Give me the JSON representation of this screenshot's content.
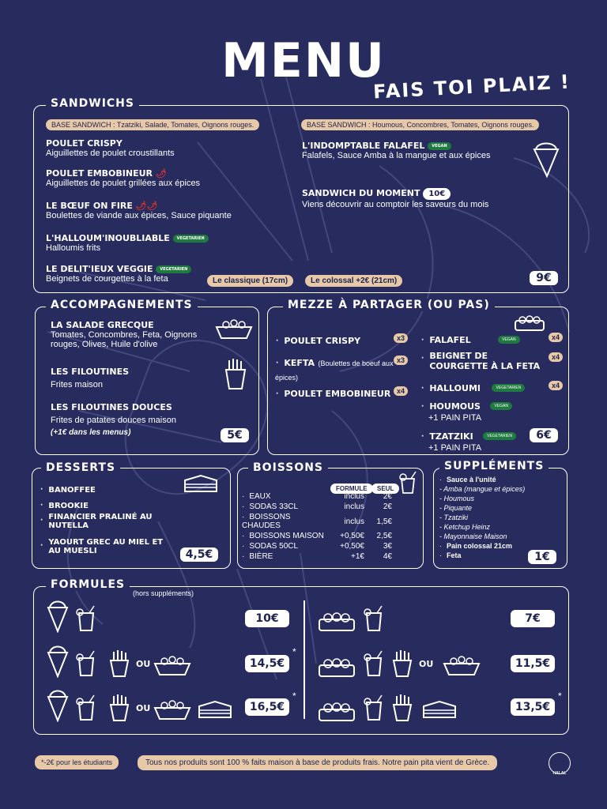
{
  "header": {
    "title": "MENU",
    "tagline": "FAIS TOI PLAIZ !"
  },
  "sandwichs": {
    "title": "SANDWICHS",
    "base_left": "BASE SANDWICH : Tzatziki, Salade, Tomates, Oignons rouges.",
    "base_right": "BASE SANDWICH : Houmous, Concombres, Tomates, Oignons rouges.",
    "items_left": [
      {
        "name": "POULET CRISPY",
        "desc": "Aiguillettes de poulet croustillants"
      },
      {
        "name": "POULET EMBOBINEUR",
        "desc": "Aiguillettes de poulet grillées aux épices"
      },
      {
        "name": "LE BŒUF ON FIRE",
        "desc": "Boulettes de viande aux épices, Sauce piquante"
      },
      {
        "name": "L'HALLOUM'INOUBLIABLE",
        "desc": "Halloumis frits"
      },
      {
        "name": "LE DELIT'IEUX VEGGIE",
        "desc": "Beignets de courgettes à la feta"
      }
    ],
    "items_right": [
      {
        "name": "L'INDOMPTABLE FALAFEL",
        "desc": "Falafels, Sauce Amba à la mangue et aux épices"
      },
      {
        "name": "SANDWICH DU MOMENT",
        "desc": "Viens découvrir au comptoir les saveurs du mois",
        "price": "10€"
      }
    ],
    "size_classic": "Le classique (17cm)",
    "size_colossal": "Le colossal +2€ (21cm)",
    "price": "9€",
    "veggie_badge": "VEGETARIEN",
    "vegan_badge": "VEGAN"
  },
  "accompagnements": {
    "title": "ACCOMPAGNEMENTS",
    "items": [
      {
        "name": "LA SALADE GRECQUE",
        "desc": "Tomates, Concombres, Feta, Oignons rouges, Olives, Huile d'olive"
      },
      {
        "name": "LES FILOUTINES",
        "desc": "Frites maison"
      },
      {
        "name": "LES FILOUTINES DOUCES",
        "desc": "Frites de patates douces maison"
      }
    ],
    "note": "(+1€ dans les menus)",
    "price": "5€"
  },
  "mezze": {
    "title": "MEZZE À PARTAGER (OU PAS)",
    "left": [
      {
        "name": "POULET CRISPY",
        "desc": "",
        "qty": "x3"
      },
      {
        "name": "KEFTA",
        "desc": "(Boulettes de boeuf aux épices)",
        "qty": "x3"
      },
      {
        "name": "POULET EMBOBINEUR",
        "desc": "",
        "qty": "x4"
      }
    ],
    "right": [
      {
        "name": "FALAFEL",
        "extra": "",
        "qty": "x4"
      },
      {
        "name": "BEIGNET DE COURGETTE À LA FETA",
        "extra": "",
        "qty": "x4"
      },
      {
        "name": "HALLOUMI",
        "extra": "",
        "qty": "x4"
      },
      {
        "name": "HOUMOUS",
        "extra": "+1 PAIN PITA",
        "qty": ""
      },
      {
        "name": "TZATZIKI",
        "extra": "+1 PAIN PITA",
        "qty": ""
      }
    ],
    "price": "6€"
  },
  "desserts": {
    "title": "DESSERTS",
    "items": [
      "BANOFFEE",
      "BROOKIE",
      "FINANCIER PRALINÉ AU NUTELLA",
      "YAOURT GREC AU MIEL ET AU MUESLI"
    ],
    "price": "4,5€"
  },
  "boissons": {
    "title": "BOISSONS",
    "col_formule": "FORMULE",
    "col_seul": "SEUL",
    "rows": [
      {
        "name": "EAUX",
        "formule": "inclus",
        "seul": "2€"
      },
      {
        "name": "SODAS 33CL",
        "formule": "inclus",
        "seul": "2€"
      },
      {
        "name": "BOISSONS CHAUDES",
        "formule": "inclus",
        "seul": "1,5€"
      },
      {
        "name": "BOISSONS MAISON",
        "formule": "+0,50€",
        "seul": "2,5€"
      },
      {
        "name": "SODAS 50CL",
        "formule": "+0,50€",
        "seul": "3€"
      },
      {
        "name": "BIÈRE",
        "formule": "+1€",
        "seul": "4€"
      }
    ]
  },
  "supplements": {
    "title": "SUPPLÉMENTS",
    "sauce_title": "Sauce à l'unité",
    "sauces": [
      "Amba (mangue et épices)",
      "Houmous",
      "Piquante",
      "Tzatziki",
      "Ketchup Heinz",
      "Mayonnaise Maison"
    ],
    "extras": [
      "Pain colossal 21cm",
      "Feta"
    ],
    "price": "1€"
  },
  "formules": {
    "title": "FORMULES",
    "subtitle": "(hors suppléments)",
    "ou": "OU",
    "star": "*",
    "left_prices": [
      "10€",
      "14,5€",
      "16,5€"
    ],
    "right_prices": [
      "7€",
      "11,5€",
      "13,5€"
    ]
  },
  "footer": {
    "students": "*-2€ pour les étudiants",
    "note": "Tous nos produits sont 100 % faits maison à base de produits frais. Notre pain pita vient de Grèce.",
    "halal": "HALAL"
  }
}
